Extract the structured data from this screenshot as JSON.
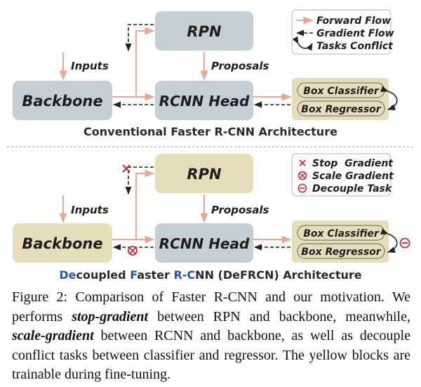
{
  "top": {
    "rpn": "RPN",
    "backbone": "Backbone",
    "head": "RCNN Head",
    "inputs": "Inputs",
    "proposals": "Proposals",
    "box_classifier": "Box Classifier",
    "box_regressor": "Box Regressor",
    "title": "Conventional Faster R-CNN Architecture",
    "legend": [
      "Forward Flow",
      "Gradient Flow",
      "Tasks Conflict"
    ]
  },
  "bottom": {
    "rpn": "RPN",
    "backbone": "Backbone",
    "head": "RCNN Head",
    "inputs": "Inputs",
    "proposals": "Proposals",
    "box_classifier": "Box Classifier",
    "box_regressor": "Box Regressor",
    "title_parts": [
      "De",
      "coupled ",
      "F",
      "aster ",
      "R-C",
      "NN (DeFRCN) Architecture"
    ],
    "legend": [
      "Stop  Gradient",
      "Scale Gradient",
      "Decouple Task"
    ]
  },
  "colors": {
    "gray_block": "#c3ced5",
    "yellow_block": "#e7ddba",
    "forward_arrow": "#e8a693",
    "accent_blue": "#2a55a7",
    "symbol_red": "#c7263d"
  },
  "caption": {
    "p1": "Figure 2: Comparison of Faster R-CNN and our motivation. We performs ",
    "b1": "stop-gradient",
    "p2": " between RPN and backbone, meanwhile, ",
    "b2": "scale-gradient",
    "p3": " between RCNN and backbone, as well as decouple conflict tasks between classifier and regressor. The yellow blocks are trainable during fine-tuning."
  }
}
